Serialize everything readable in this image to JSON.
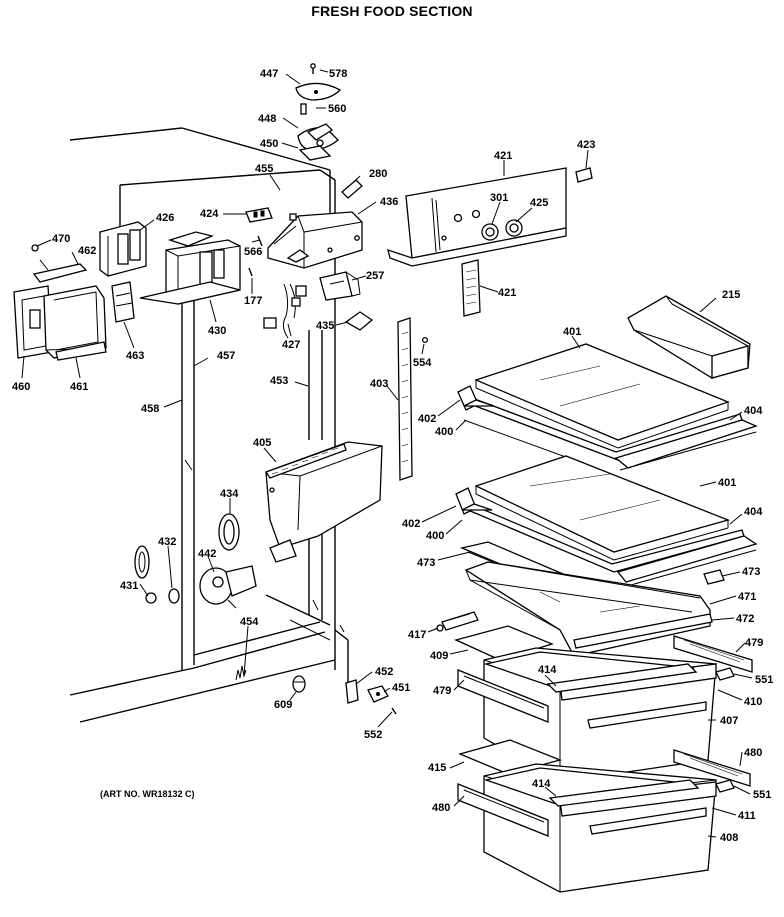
{
  "header": {
    "title_top": "",
    "title": "FRESH FOOD SECTION"
  },
  "footer": {
    "art_number": "(ART NO. WR18132 C)"
  },
  "callouts": {
    "c447": "447",
    "c578": "578",
    "c448": "448",
    "c560": "560",
    "c450": "450",
    "c455": "455",
    "c280": "280",
    "c436": "436",
    "c421a": "421",
    "c423": "423",
    "c301": "301",
    "c425": "425",
    "c424": "424",
    "c426": "426",
    "c470": "470",
    "c462": "462",
    "c566": "566",
    "c257": "257",
    "c421b": "421",
    "c215": "215",
    "c177": "177",
    "c435": "435",
    "c460": "460",
    "c461": "461",
    "c463": "463",
    "c430": "430",
    "c427": "427",
    "c554": "554",
    "c401a": "401",
    "c457": "457",
    "c453": "453",
    "c403": "403",
    "c458": "458",
    "c402a": "402",
    "c400a": "400",
    "c404a": "404",
    "c405": "405",
    "c434": "434",
    "c401b": "401",
    "c402b": "402",
    "c400b": "400",
    "c404b": "404",
    "c432": "432",
    "c442": "442",
    "c473a": "473",
    "c473b": "473",
    "c431": "431",
    "c471": "471",
    "c472": "472",
    "c417": "417",
    "c454": "454",
    "c479a": "479",
    "c409": "409",
    "c414a": "414",
    "c551a": "551",
    "c452": "452",
    "c479b": "479",
    "c410": "410",
    "c451": "451",
    "c609": "609",
    "c407": "407",
    "c552": "552",
    "c480a": "480",
    "c415": "415",
    "c414b": "414",
    "c551b": "551",
    "c480b": "480",
    "c411": "411",
    "c408": "408"
  },
  "colors": {
    "ink": "#000000",
    "paper": "#ffffff"
  }
}
